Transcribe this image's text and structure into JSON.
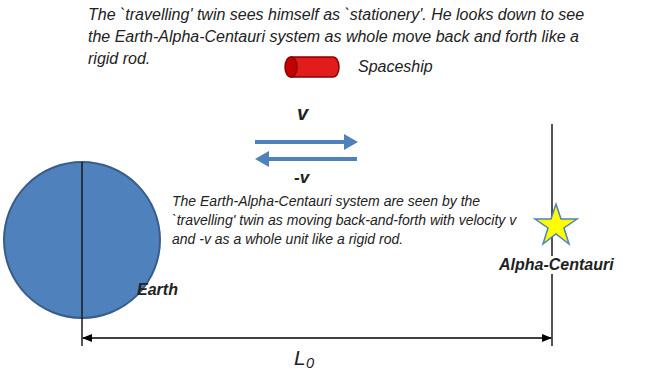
{
  "diagram": {
    "labels": [
      "The `travelling' twin sees himself as `stationery'. He looks down to see the Earth-Alpha-Centauri system as whole move back and forth like a rigid rod.",
      "Spaceship",
      "v",
      "-v",
      "The Earth-Alpha-Centauri system are seen by the `travelling' twin as moving back-and-forth with velocity v and -v as a whole unit like a rigid rod.",
      "Earth",
      "Alpha-Centauri",
      "L₀"
    ]
  }
}
